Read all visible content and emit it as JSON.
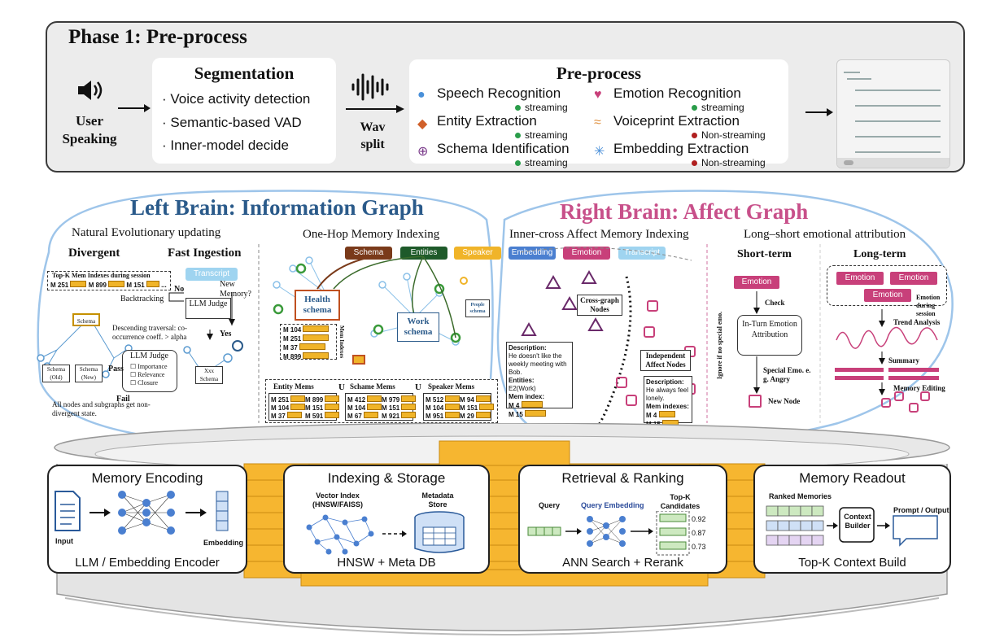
{
  "phase1": {
    "title": "Phase 1: Pre-process",
    "user_label": "User Speaking",
    "segmentation": {
      "title": "Segmentation",
      "bullets": [
        "· Voice activity detection",
        "· Semantic-based VAD",
        "· Inner-model decide"
      ]
    },
    "wav_label": "Wav split",
    "preprocess": {
      "title": "Pre-process",
      "items": [
        {
          "label": "Speech Recognition",
          "mode": "streaming",
          "color": "#4a90d9"
        },
        {
          "label": "Emotion Recognition",
          "mode": "streaming",
          "color": "#c8407a"
        },
        {
          "label": "Entity Extraction",
          "mode": "streaming",
          "color": "#d0602a"
        },
        {
          "label": "Voiceprint Extraction",
          "mode": "Non-streaming",
          "color": "#e09040"
        },
        {
          "label": "Schema Identification",
          "mode": "streaming",
          "color": "#7a3a8a"
        },
        {
          "label": "Embedding Extraction",
          "mode": "Non-streaming",
          "color": "#4a90d9"
        }
      ],
      "streaming_color": "#2a9d4a",
      "nonstreaming_color": "#b02020"
    }
  },
  "left_brain": {
    "title": "Left Brain: Information Graph",
    "color": "#2a5a8a",
    "evo_title": "Natural Evolutionary updating",
    "divergent": "Divergent",
    "fast_ingestion": "Fast Ingestion",
    "topk_label": "Top-K Mem Indexes during session",
    "topk_items": [
      "M 251",
      "M 899",
      "M 151",
      "..."
    ],
    "transcript": "Transcript",
    "new_memory": "New Memory?",
    "no": "No",
    "yes": "Yes",
    "backtracking": "Backtracking",
    "llm_judge": "LLM Judge",
    "descending": "Descending traversal: co-occurrence coeff. > alpha",
    "schema": "Schema",
    "schema_old": "Schema (Old)",
    "schema_new": "Schema (New)",
    "pass": "Pass",
    "fail": "Fail",
    "criteria": [
      "Importance",
      "Relevance",
      "Closure"
    ],
    "xxx_schema": "Xxx Schema",
    "non_divergent": "All nodes and subgraphs get non-divergent state.",
    "onehop_title": "One-Hop Memory Indexing",
    "health_schema": "Health schema",
    "work_schema": "Work schema",
    "people_schema": "People schema",
    "mem_index_label": "Mem Indexes",
    "health_mems": [
      "M 104",
      "M 251",
      "M 37",
      "M 899"
    ],
    "entity_mems": {
      "title": "Entity Mems",
      "rows": [
        "M 251",
        "M 899",
        "M 104",
        "M 151",
        "M 37",
        "M 591"
      ]
    },
    "schema_mems": {
      "title": "Schame Mems",
      "rows": [
        "M 412",
        "M 979",
        "M 104",
        "M 151",
        "M 67",
        "M 921"
      ]
    },
    "speaker_mems": {
      "title": "Speaker Mems",
      "rows": [
        "M 512",
        "M 94",
        "M 104",
        "M 151",
        "M 951",
        "M 29"
      ]
    },
    "union": "U"
  },
  "legend": [
    {
      "label": "Schema",
      "color": "#7a3a1a"
    },
    {
      "label": "Entities",
      "color": "#1e5a2a"
    },
    {
      "label": "Speaker",
      "color": "#f0b429"
    },
    {
      "label": "Embedding",
      "color": "#4a7fd0"
    },
    {
      "label": "Emotion",
      "color": "#c8407a"
    },
    {
      "label": "Transcript",
      "color": "#9fd4f0"
    }
  ],
  "right_brain": {
    "title": "Right Brain: Affect Graph",
    "color": "#c8508a",
    "innercross_title": "Inner-cross Affect Memory Indexing",
    "cross_graph": "Cross-graph Nodes",
    "independent": "Independent Affect Nodes",
    "desc1": {
      "description": "Description:",
      "text": "He doesn't like the weekly meeting with Bob.",
      "entities": "Entities:",
      "entities_val": "E2(Work)",
      "mem_index": "Mem index:",
      "mems": [
        "M 4",
        "M 15"
      ]
    },
    "desc2": {
      "description": "Description:",
      "text": "He always feel lonely.",
      "mem_index": "Mem indexes:",
      "mems": [
        "M 4",
        "M 15"
      ]
    },
    "longshort_title": "Long–short emotional attribution",
    "short_term": "Short-term",
    "long_term": "Long-term",
    "emotion": "Emotion",
    "check": "Check",
    "inturn": "In-Turn Emotion Attribution",
    "ignore": "Ignore if no special emo.",
    "special": "Special Emo. e. g. Angry",
    "new_node": "New Node",
    "emotion_session": "Emotion during session",
    "trend": "Trend Analysis",
    "summary": "Summary",
    "memory_editing": "Memory Editing"
  },
  "modules": [
    {
      "title": "Memory Encoding",
      "footer": "LLM / Embedding Encoder",
      "labels": [
        "Input",
        "Embedding"
      ]
    },
    {
      "title": "Indexing & Storage",
      "footer": "HNSW + Meta DB",
      "labels": [
        "Vector Index (HNSW/FAISS)",
        "Metadata Store"
      ]
    },
    {
      "title": "Retrieval & Ranking",
      "footer": "ANN Search + Rerank",
      "labels": [
        "Query",
        "Query Embedding",
        "Top-K Candidates"
      ],
      "scores": [
        "0.92",
        "0.87",
        "0.73"
      ]
    },
    {
      "title": "Memory Readout",
      "footer": "Top-K Context Build",
      "labels": [
        "Ranked Memories",
        "Context Builder",
        "Prompt / Output"
      ]
    }
  ]
}
